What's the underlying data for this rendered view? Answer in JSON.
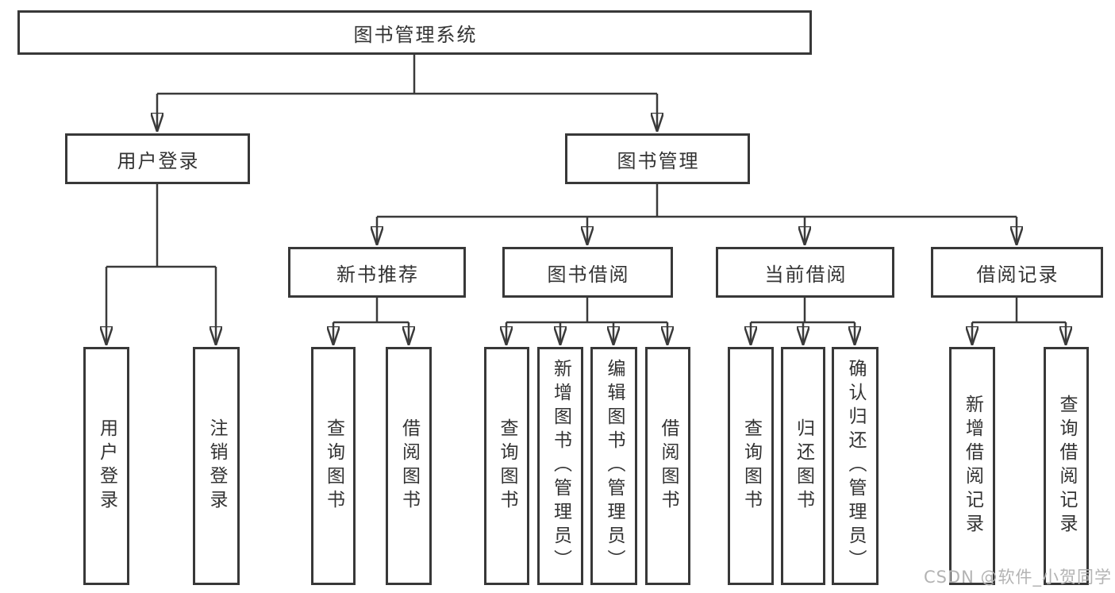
{
  "colors": {
    "line": "#3a3a3a",
    "box-border": "#383838",
    "box-bg": "#ffffff",
    "text": "#333333",
    "watermark": "#b3b3b3",
    "page-bg": "#ffffff"
  },
  "tree": {
    "root": {
      "label": "图书管理系统"
    },
    "branches": {
      "user_login": {
        "label": "用户登录",
        "children": {
          "login": {
            "label": "用户登录"
          },
          "logout": {
            "label": "注销登录"
          }
        }
      },
      "book_management": {
        "label": "图书管理",
        "children": {
          "new_book_recommend": {
            "label": "新书推荐",
            "children": {
              "query": {
                "label": "查询图书"
              },
              "borrow": {
                "label": "借阅图书"
              }
            }
          },
          "book_borrowing": {
            "label": "图书借阅",
            "children": {
              "query": {
                "label": "查询图书"
              },
              "add": {
                "label": "新增图书（管理员）"
              },
              "edit": {
                "label": "编辑图书（管理员）"
              },
              "borrow": {
                "label": "借阅图书"
              }
            }
          },
          "current_borrowing": {
            "label": "当前借阅",
            "children": {
              "query": {
                "label": "查询图书"
              },
              "return": {
                "label": "归还图书"
              },
              "confirm_return": {
                "label": "确认归还（管理员）"
              }
            }
          },
          "borrowing_records": {
            "label": "借阅记录",
            "children": {
              "add_record": {
                "label": "新增借阅记录"
              },
              "query_record": {
                "label": "查询借阅记录"
              }
            }
          }
        }
      }
    }
  },
  "watermark": {
    "text": "CSDN @软件_小贺同学"
  }
}
